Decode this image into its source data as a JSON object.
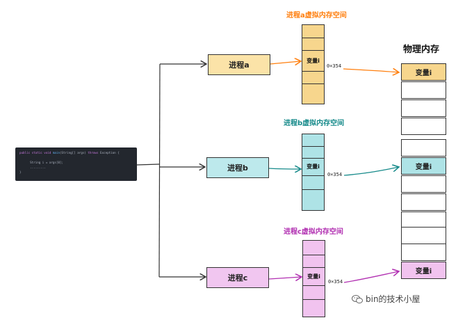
{
  "code": {
    "lines": [
      {
        "parts": [
          {
            "t": "public static void ",
            "c": "kw"
          },
          {
            "t": "main",
            "c": "fn"
          },
          {
            "t": "(String[] args) ",
            "c": "pl"
          },
          {
            "t": "throws ",
            "c": "kw"
          },
          {
            "t": "Exception {",
            "c": "pl"
          }
        ]
      },
      {
        "parts": [
          {
            "t": " ",
            "c": "pl"
          }
        ]
      },
      {
        "parts": [
          {
            "t": "      String i = args[0];",
            "c": "pl"
          }
        ]
      },
      {
        "parts": [
          {
            "t": "      .........",
            "c": "pl"
          }
        ]
      },
      {
        "parts": [
          {
            "t": "}",
            "c": "pl"
          }
        ]
      }
    ]
  },
  "processes": [
    {
      "label": "进程a",
      "fill": "#fbe3a8",
      "accent": "#f5a623"
    },
    {
      "label": "进程b",
      "fill": "#bde9ec",
      "accent": "#1a8a8a"
    },
    {
      "label": "进程c",
      "fill": "#f1c6f0",
      "accent": "#b038b0"
    }
  ],
  "virtual_spaces": [
    {
      "title": "进程a虚拟内存空间",
      "title_color": "#ff7f0e",
      "fill": "#f7d68d",
      "var_label": "变量i",
      "addr": "0×354"
    },
    {
      "title": "进程b虚拟内存空间",
      "title_color": "#168a8a",
      "fill": "#aee3e6",
      "var_label": "变量i",
      "addr": "0×354"
    },
    {
      "title": "进程c虚拟内存空间",
      "title_color": "#b12fb1",
      "fill": "#f1c3ef",
      "var_label": "变量i",
      "addr": "0×354"
    }
  ],
  "physical": {
    "title": "物理内存",
    "cells": [
      {
        "label": "变量i",
        "fill": "#f7d68d"
      },
      {
        "label": "",
        "fill": "#ffffff"
      },
      {
        "label": "",
        "fill": "#ffffff"
      },
      {
        "label": "",
        "fill": "#ffffff"
      },
      {
        "label": "",
        "fill": "#ffffff"
      },
      {
        "label": "变量i",
        "fill": "#aee3e6"
      },
      {
        "label": "",
        "fill": "#ffffff"
      },
      {
        "label": "",
        "fill": "#ffffff"
      },
      {
        "label": "",
        "fill": "#ffffff"
      },
      {
        "label": "",
        "fill": "#ffffff"
      },
      {
        "label": "",
        "fill": "#ffffff"
      },
      {
        "label": "变量i",
        "fill": "#f1c3ef"
      }
    ]
  },
  "watermark": {
    "text": "bin的技术小屋"
  }
}
